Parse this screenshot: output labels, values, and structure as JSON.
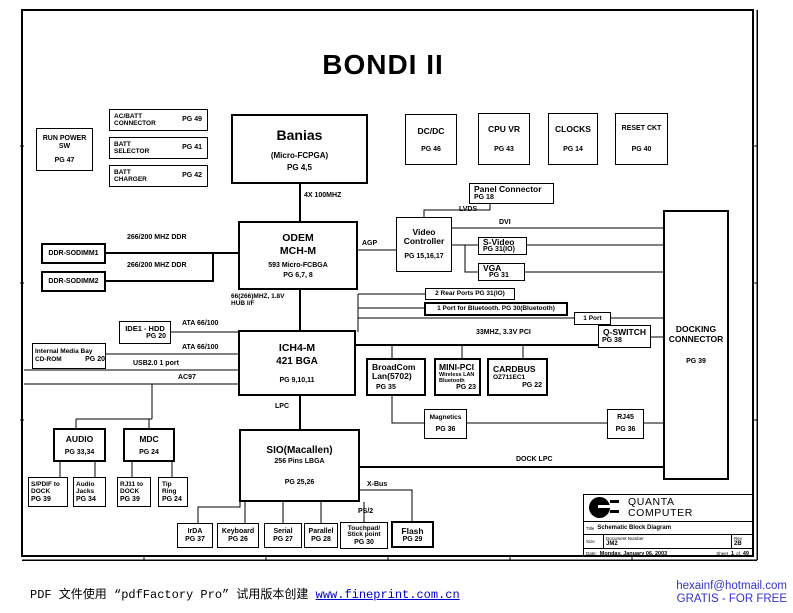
{
  "page_title": "BONDI II",
  "blocks": {
    "run_power_sw": {
      "line1": "RUN POWER",
      "line2": "SW",
      "pg": "PG 47"
    },
    "ac_batt": {
      "line1": "AC/BATT",
      "line2": "CONNECTOR",
      "pg": "PG 49"
    },
    "batt_selector": {
      "line1": "BATT",
      "line2": "SELECTOR",
      "pg": "PG 41"
    },
    "batt_charger": {
      "line1": "BATT",
      "line2": "CHARGER",
      "pg": "PG 42"
    },
    "banias": {
      "label": "Banias",
      "sub": "(Micro-FCPGA)",
      "pg": "PG 4,5"
    },
    "dcdc": {
      "label": "DC/DC",
      "pg": "PG 46"
    },
    "cpu_vr": {
      "label": "CPU VR",
      "pg": "PG 43"
    },
    "clocks": {
      "label": "CLOCKS",
      "pg": "PG 14"
    },
    "reset_ckt": {
      "label": "RESET CKT",
      "pg": "PG 40"
    },
    "panel_connector": {
      "label": "Panel Connector",
      "pg": "PG 18"
    },
    "odem": {
      "line1": "ODEM",
      "line2": "MCH-M",
      "sub": "593 Micro-FCBGA",
      "pg": "PG 6,7, 8"
    },
    "video_controller": {
      "line1": "Video",
      "line2": "Controller",
      "pg": "PG 15,16,17"
    },
    "s_video": {
      "label": "S-Video",
      "pg": "PG 31(IO)"
    },
    "vga": {
      "label": "VGA",
      "pg": "PG 31"
    },
    "ddr_sodimm1": {
      "label": "DDR-SODIMM1"
    },
    "ddr_sodimm2": {
      "label": "DDR-SODIMM2"
    },
    "ide1_hdd": {
      "label": "IDE1 - HDD",
      "pg": "PG 20"
    },
    "media_bay": {
      "line1": "Internal Media Bay",
      "line2": "CD-ROM",
      "pg": "PG 20"
    },
    "ich4m": {
      "line1": "ICH4-M",
      "line2": "421 BGA",
      "pg": "PG 9,10,11"
    },
    "rear_ports": {
      "label": "2 Rear Ports PG 31(IO)"
    },
    "bt_port": {
      "label": "1 Port for Bluetooth.  PG 30(Bluetooth)"
    },
    "one_port": {
      "label": "1 Port"
    },
    "q_switch": {
      "label": "Q-SWITCH",
      "pg": "PG 38"
    },
    "docking": {
      "line1": "DOCKING",
      "line2": "CONNECTOR",
      "pg": "PG 39"
    },
    "broadcom": {
      "line1": "BroadCom",
      "line2": "Lan(5702)",
      "pg": "PG 35"
    },
    "mini_pci": {
      "line1": "MINI-PCI",
      "line2": "Wireless LAN",
      "line3": "Bluetooth",
      "pg": "PG 23"
    },
    "cardbus": {
      "line1": "CARDBUS",
      "line2": "OZ711EC1",
      "pg": "PG 22"
    },
    "magnetics": {
      "label": "Magnetics",
      "pg": "PG 36"
    },
    "rj45": {
      "label": "RJ45",
      "pg": "PG 36"
    },
    "audio": {
      "label": "AUDIO",
      "pg": "PG 33,34"
    },
    "mdc": {
      "label": "MDC",
      "pg": "PG 24"
    },
    "spdif": {
      "line1": "S/PDIF to",
      "line2": "DOCK",
      "pg": "PG 39"
    },
    "audio_jacks": {
      "line1": "Audio",
      "line2": "Jacks",
      "pg": "PG 34"
    },
    "rj11": {
      "line1": "RJ11 to",
      "line2": "DOCK",
      "pg": "PG 39"
    },
    "tip_ring": {
      "line1": "Tip",
      "line2": "Ring",
      "pg": "PG 24"
    },
    "sio": {
      "label": "SIO(Macallen)",
      "sub": "256 Pins LBGA",
      "pg": "PG 25,26"
    },
    "irda": {
      "label": "IrDA",
      "pg": "PG 37"
    },
    "keyboard": {
      "label": "Keyboard",
      "pg": "PG 26"
    },
    "serial": {
      "label": "Serial",
      "pg": "PG 27"
    },
    "parallel": {
      "label": "Parallel",
      "pg": "PG 28"
    },
    "touchpad": {
      "line1": "Touchpad/",
      "line2": "Stick point",
      "pg": "PG 30"
    },
    "flash": {
      "label": "Flash",
      "pg": "PG 29"
    }
  },
  "labels": {
    "bus_4x100": "4X 100MHZ",
    "ddr_top": "266/200 MHZ DDR",
    "ddr_bottom": "266/200 MHZ DDR",
    "agp": "AGP",
    "lvds": "LVDS",
    "dvi": "DVI",
    "hub_line1": "66(266)MHZ, 1.8V",
    "hub_line2": "HUB I/F",
    "ata_top": "ATA 66/100",
    "ata_bottom": "ATA 66/100",
    "usb": "USB2.0  1 port",
    "ac97": "AC97",
    "pci": "33MHZ, 3.3V PCI",
    "lpc": "LPC",
    "xbus": "X-Bus",
    "ps2": "PS/2",
    "dock_lpc": "DOCK LPC"
  },
  "title_block": {
    "company_line1": "QUANTA",
    "company_line2": "COMPUTER",
    "title_label": "Title",
    "title": "Schematic Block Diagram",
    "size_label": "Size",
    "doc_label": "Document Number",
    "doc_number": "JM2",
    "rev_label": "Rev",
    "rev": "2B",
    "date_label": "Date:",
    "date": "Monday, January 06, 2003",
    "sheet_label": "Sheet",
    "sheet": "1",
    "of_label": "of",
    "total_sheets": "49"
  },
  "footer": {
    "left_text": "PDF 文件使用 “pdfFactory Pro” 试用版本创建 ",
    "left_link": "www.fineprint.com.cn",
    "right_line1": "hexainf@hotmail.com",
    "right_line2": "GRATIS - FOR FREE"
  }
}
